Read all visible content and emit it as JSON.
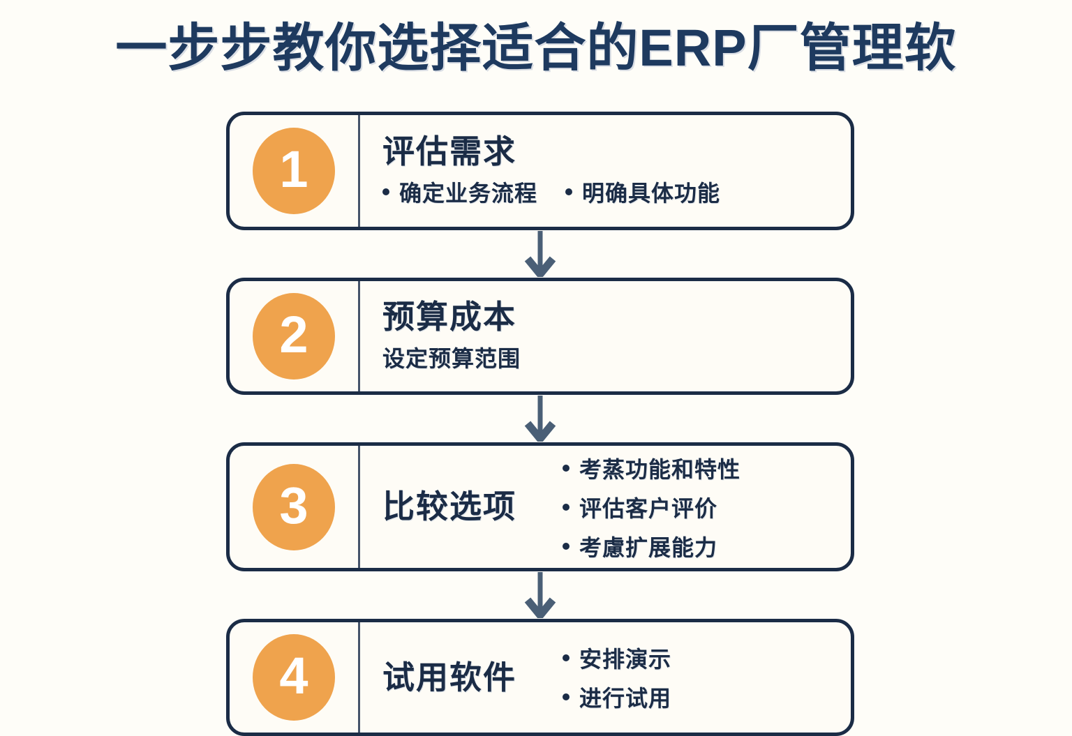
{
  "page": {
    "title": "一步步教你选择适合的ERP厂管理软",
    "background_color": "#fefdf8",
    "accent_color": "#efa34d",
    "ink_color": "#1b2c46",
    "arrow_color": "#4a5f76"
  },
  "steps": [
    {
      "number": "1",
      "heading": "评估需求",
      "layout": "stacked",
      "bullets": [
        "确定业务流程",
        "明确具体功能"
      ],
      "subtext": ""
    },
    {
      "number": "2",
      "heading": "预算成本",
      "layout": "stacked",
      "bullets": [],
      "subtext": "设定预算范围"
    },
    {
      "number": "3",
      "heading": "比较选项",
      "layout": "side",
      "bullets": [
        "考蒸功能和特性",
        "评估客户评价",
        "考慮扩展能力"
      ],
      "subtext": ""
    },
    {
      "number": "4",
      "heading": "试用软件",
      "layout": "side",
      "bullets": [
        "安排演示",
        "进行试用"
      ],
      "subtext": ""
    }
  ],
  "connectors": [
    {
      "icon": "arrow-down-icon"
    },
    {
      "icon": "arrow-down-icon"
    },
    {
      "icon": "arrow-down-icon"
    }
  ]
}
